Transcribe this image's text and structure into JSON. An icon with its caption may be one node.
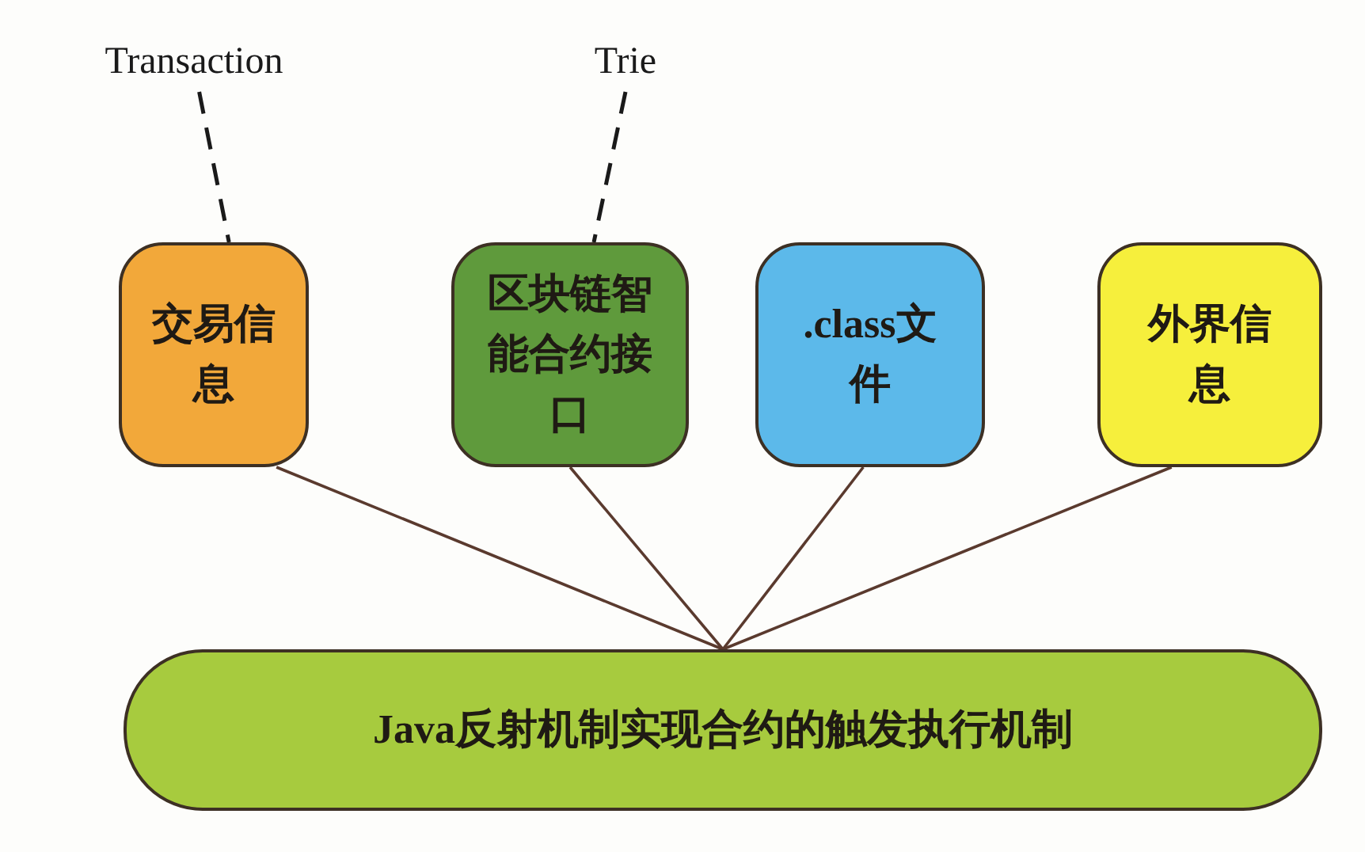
{
  "diagram": {
    "nodes": [
      {
        "text": [
          "Transaction"
        ]
      },
      {
        "text": [
          "Trie"
        ]
      },
      {
        "text": [
          "交易信息"
        ]
      },
      {
        "text": [
          "区块链智能合约接口"
        ]
      },
      {
        "text": [
          ".class文件"
        ]
      },
      {
        "text": [
          "外界信息"
        ]
      },
      {
        "text": [
          "Java反射机制实现合约的触发执行机制"
        ]
      }
    ],
    "edges": [
      {
        "from": 0,
        "to": 2,
        "arrow": "none",
        "style": "dashed"
      },
      {
        "from": 1,
        "to": 3,
        "arrow": "none",
        "style": "dashed"
      },
      {
        "from": 2,
        "to": 6,
        "arrow": "none"
      },
      {
        "from": 3,
        "to": 6,
        "arrow": "none"
      },
      {
        "from": 4,
        "to": 6,
        "arrow": "none"
      },
      {
        "from": 5,
        "to": 6,
        "arrow": "none"
      }
    ]
  }
}
